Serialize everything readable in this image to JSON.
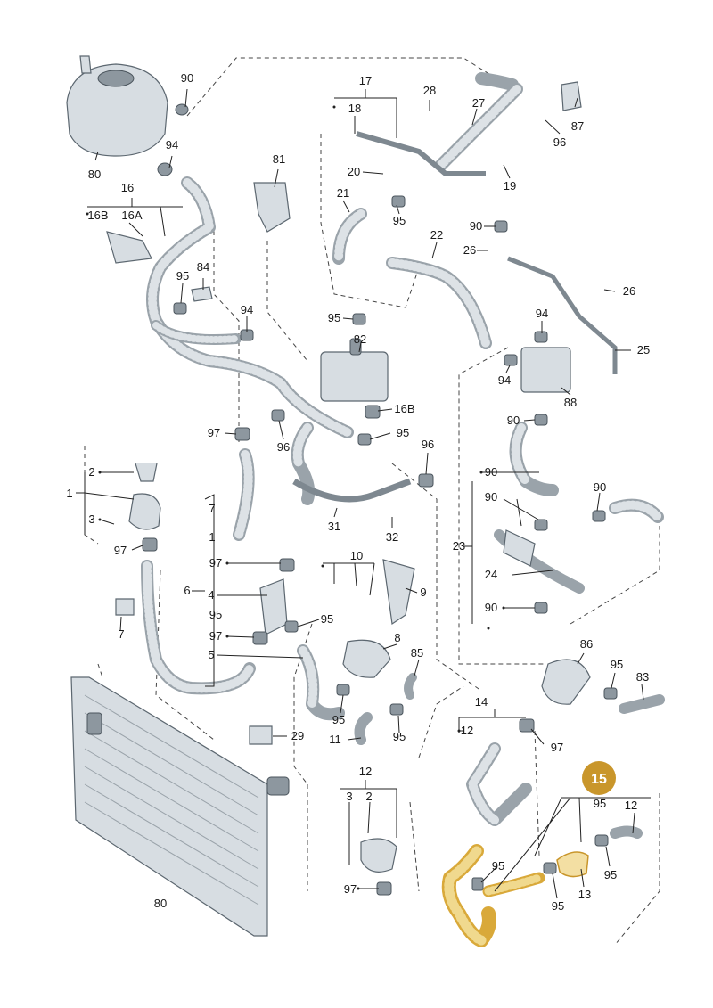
{
  "accent_color": "#c9962b",
  "highlight": {
    "label": "15"
  },
  "callouts": {
    "c80a": "80",
    "c90a": "90",
    "c94a": "94",
    "c16": "16",
    "c16b": "16B",
    "c16a": "16A",
    "c81": "81",
    "c95a": "95",
    "c84": "84",
    "c94b": "94",
    "c17": "17",
    "c18": "18",
    "c28": "28",
    "c27": "27",
    "c87": "87",
    "c96a": "96",
    "c20": "20",
    "c19": "19",
    "c21": "21",
    "c95b": "95",
    "c90b": "90",
    "c26a": "26",
    "c22": "22",
    "c26b": "26",
    "c95c": "95",
    "c82": "82",
    "c94c": "94",
    "c94d": "94",
    "c88": "88",
    "c25": "25",
    "c16b2": "16B",
    "c97a": "97",
    "c96b": "96",
    "c95d": "95",
    "c96c": "96",
    "c90c": "90",
    "c2a": "2",
    "c1": "1",
    "c3a": "3",
    "c97b": "97",
    "c7a": "7",
    "c1b": "1",
    "c6": "6",
    "c97c": "97",
    "c4": "4",
    "c95e": "95",
    "c97d": "97",
    "c5": "5",
    "c7b": "7",
    "c31": "31",
    "c32": "32",
    "c10": "10",
    "c9": "9",
    "c95f": "95",
    "c8": "8",
    "c85": "85",
    "c95g": "95",
    "c11": "11",
    "c95h": "95",
    "c29": "29",
    "c90d": "90",
    "c90e": "90",
    "c23": "23",
    "c24": "24",
    "c90f": "90",
    "c86": "86",
    "c95i": "95",
    "c83": "83",
    "c14": "14",
    "c12a": "12",
    "c97e": "97",
    "c12b": "12",
    "c3b": "3",
    "c2b": "2",
    "c97f": "97",
    "c80b": "80",
    "c95j": "95",
    "c12c": "12",
    "c95k": "95",
    "c95l": "95",
    "c13": "13",
    "c95m": "95"
  }
}
